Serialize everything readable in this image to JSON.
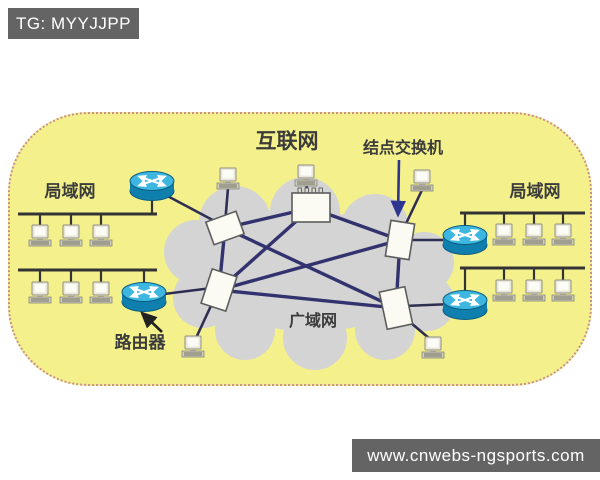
{
  "watermarks": {
    "top_left": "TG: MYYJJPP",
    "bottom_right": "www.cnwebs-ngsports.com"
  },
  "labels": {
    "internet": "互联网",
    "node_switch": "结点交换机",
    "lan_left": "局域网",
    "lan_right": "局域网",
    "wan": "广域网",
    "router": "路由器"
  },
  "icons": {
    "router": "cisco-router-cylinder-icon",
    "computer": "desktop-computer-icon",
    "switch": "packet-switch-node-icon",
    "cloud": "wan-cloud-shape"
  },
  "colors": {
    "panel_yellow": "#f4f18c",
    "panel_border": "#c98f8f",
    "cloud_gray": "#d4d4d4",
    "mesh_link_navy": "#32326e",
    "lan_line_dark": "#333333",
    "router_body_blue": "#0f7fae",
    "router_top_blue": "#3db6e0",
    "badge_gray": "#646464",
    "label_text": "#3b3b3b",
    "pointer_blue": "#2d3590"
  }
}
